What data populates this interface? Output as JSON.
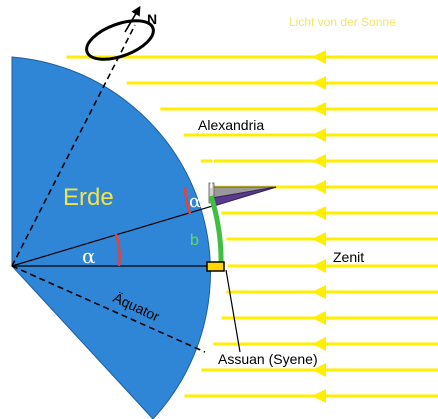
{
  "labels": {
    "north": "N",
    "sunlight": "Licht von der Sonne",
    "earth": "Erde",
    "alexandria": "Alexandria",
    "zenith": "Zenit",
    "equator": "Äquator",
    "syene": "Assuan (Syene)",
    "arc": "b",
    "angle_center": "α",
    "angle_alexandria": "α"
  },
  "colors": {
    "earth": "#2f86d6",
    "sun_rays": "#ffee00",
    "sun_label": "#f3e46a",
    "earth_label": "#f2e34a",
    "angle_mark": "#e8403a",
    "arc_b": "#3fbf3f",
    "arc_b_label": "#5fdc5f",
    "greek_label": "#ffffff"
  },
  "icons": {
    "north_axis": "rotation-arrow-icon",
    "alexandria_marker": "obelisk-shadow-icon",
    "syene_marker": "well-icon"
  }
}
